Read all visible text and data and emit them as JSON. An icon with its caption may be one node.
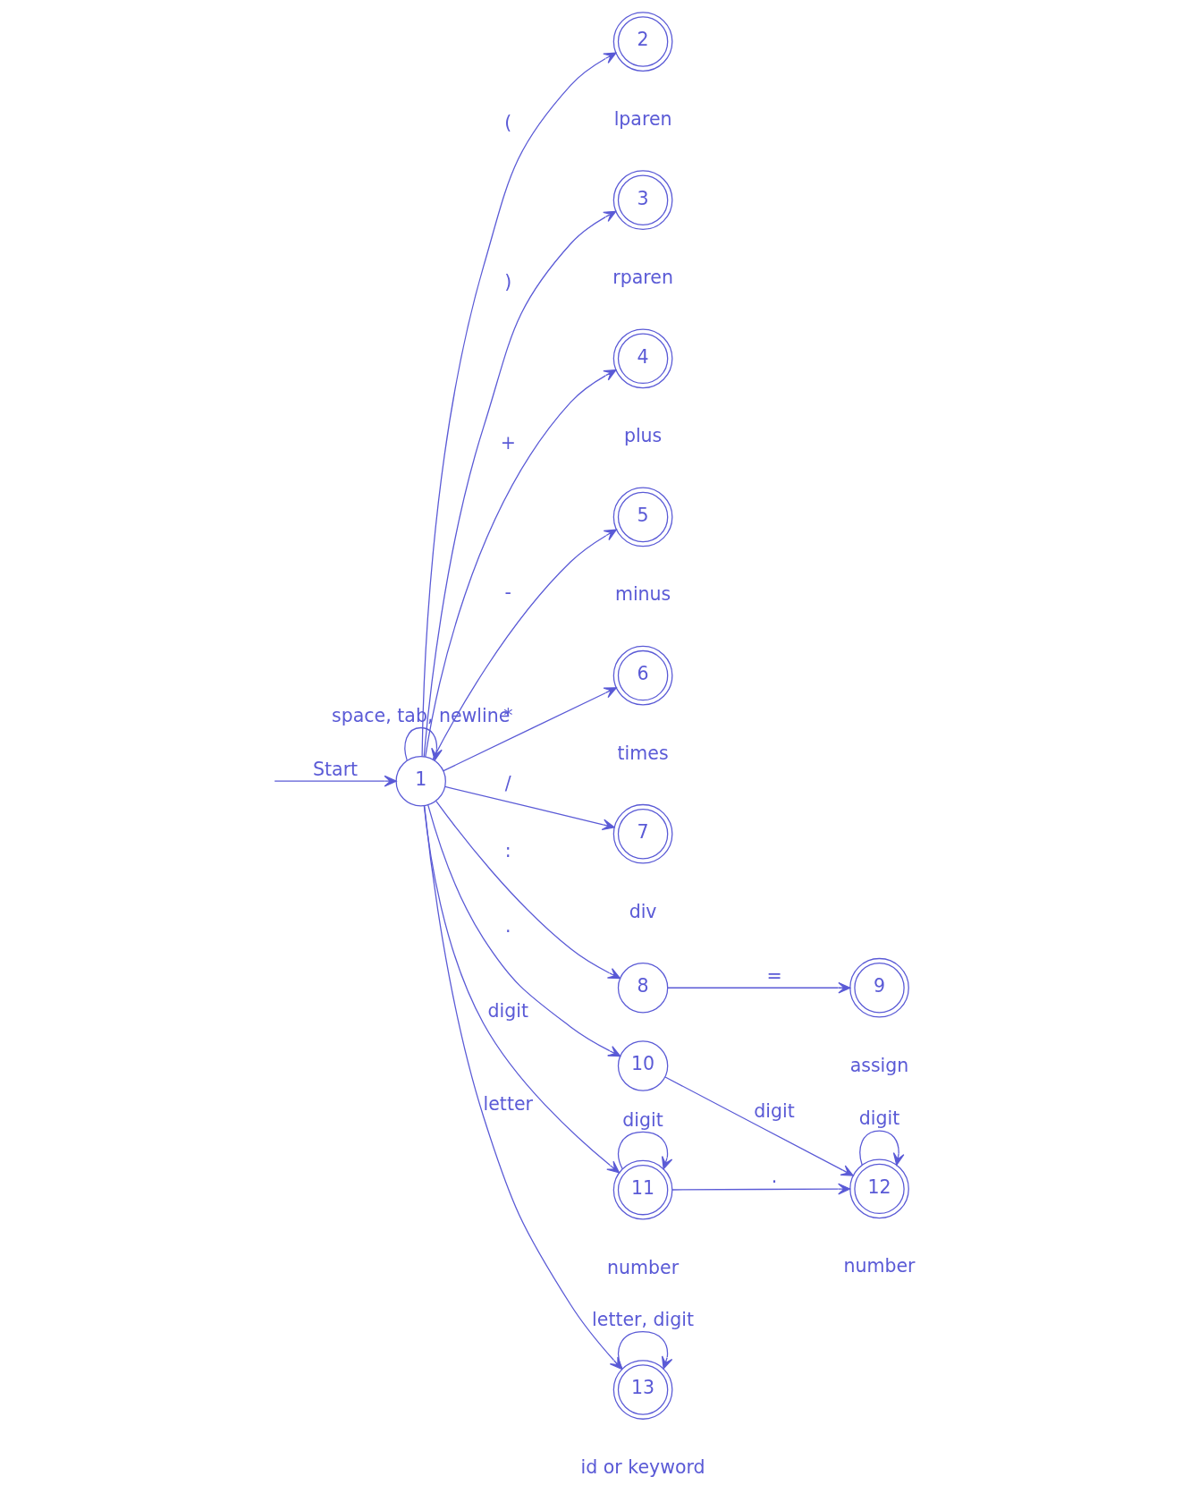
{
  "diagram": {
    "nodes": [
      {
        "text": [
          "1"
        ]
      },
      {
        "text": [
          "2"
        ],
        "beside": [
          "lparen"
        ]
      },
      {
        "text": [
          "3"
        ],
        "beside": [
          "rparen"
        ]
      },
      {
        "text": [
          "4"
        ],
        "beside": [
          "plus"
        ]
      },
      {
        "text": [
          "5"
        ],
        "beside": [
          "minus"
        ]
      },
      {
        "text": [
          "6"
        ],
        "beside": [
          "times"
        ]
      },
      {
        "text": [
          "7"
        ],
        "beside": [
          "div"
        ]
      },
      {
        "text": [
          "8"
        ]
      },
      {
        "text": [
          "9"
        ],
        "beside": [
          "assign"
        ]
      },
      {
        "text": [
          "10"
        ]
      },
      {
        "text": [
          "11"
        ],
        "beside": [
          "number"
        ]
      },
      {
        "text": [
          "12"
        ],
        "beside": [
          "number"
        ]
      },
      {
        "text": [
          "13"
        ],
        "beside": [
          "id or keyword"
        ]
      }
    ],
    "edges": [
      {
        "from": null,
        "to": 0,
        "arrow": "to",
        "label": "Start"
      },
      {
        "from": 0,
        "to": 0,
        "arrow": "to",
        "label": "space, tab, newline"
      },
      {
        "from": 0,
        "to": 1,
        "arrow": "to",
        "label": "("
      },
      {
        "from": 0,
        "to": 2,
        "arrow": "to",
        "label": ")"
      },
      {
        "from": 0,
        "to": 3,
        "arrow": "to",
        "label": "+"
      },
      {
        "from": 0,
        "to": 4,
        "arrow": "to",
        "label": "-"
      },
      {
        "from": 0,
        "to": 5,
        "arrow": "to",
        "label": "*"
      },
      {
        "from": 0,
        "to": 6,
        "arrow": "to",
        "label": "/"
      },
      {
        "from": 0,
        "to": 7,
        "arrow": "to",
        "label": ":"
      },
      {
        "from": 7,
        "to": 8,
        "arrow": "to",
        "label": "="
      },
      {
        "from": 0,
        "to": 9,
        "arrow": "to",
        "label": "."
      },
      {
        "from": 9,
        "to": 11,
        "arrow": "to",
        "label": "digit"
      },
      {
        "from": 0,
        "to": 10,
        "arrow": "to",
        "label": "digit"
      },
      {
        "from": 10,
        "to": 10,
        "arrow": "to",
        "label": "digit"
      },
      {
        "from": 10,
        "to": 11,
        "arrow": "to",
        "label": "."
      },
      {
        "from": 11,
        "to": 11,
        "arrow": "to",
        "label": "digit"
      },
      {
        "from": 0,
        "to": 12,
        "arrow": "to",
        "label": "letter"
      },
      {
        "from": 12,
        "to": 12,
        "arrow": "to",
        "label": "letter, digit"
      }
    ]
  }
}
